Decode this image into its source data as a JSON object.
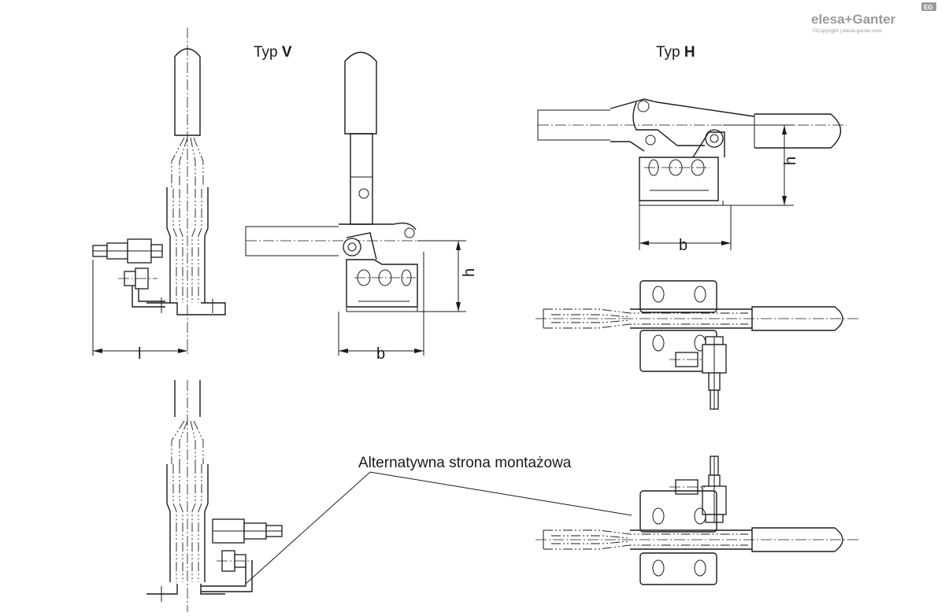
{
  "labels": {
    "typ_v_prefix": "Typ",
    "typ_v_letter": "V",
    "typ_h_prefix": "Typ",
    "typ_h_letter": "H",
    "alternate_side": "Alternatywna strona montażowa"
  },
  "dimensions": {
    "l": "l",
    "b_v": "b",
    "h_v": "h",
    "b_h": "b",
    "h_h": "h"
  },
  "logo": {
    "brand": "elesa+Ganter",
    "badge": "EG",
    "copyright": "©Copyright | elesa-ganter.com"
  }
}
